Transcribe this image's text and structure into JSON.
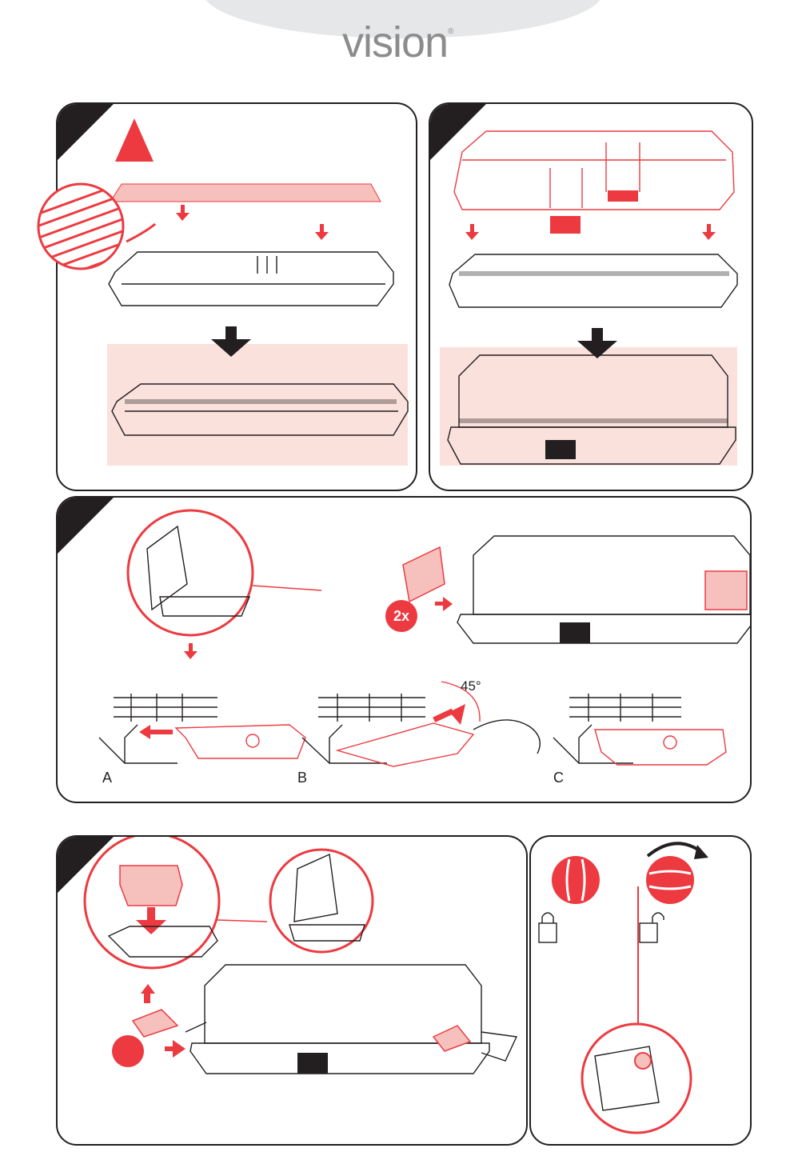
{
  "brand": {
    "name": "vision",
    "registered_mark": "®"
  },
  "panel_3": {
    "angle_label": "45°",
    "step_labels": [
      "A",
      "B",
      "C"
    ],
    "quantity_badge": "2x"
  },
  "colors": {
    "accent": "#ec3a40",
    "ink": "#231f20",
    "tint": "#fbe1dc",
    "header_gray": "#e6e7e8"
  }
}
